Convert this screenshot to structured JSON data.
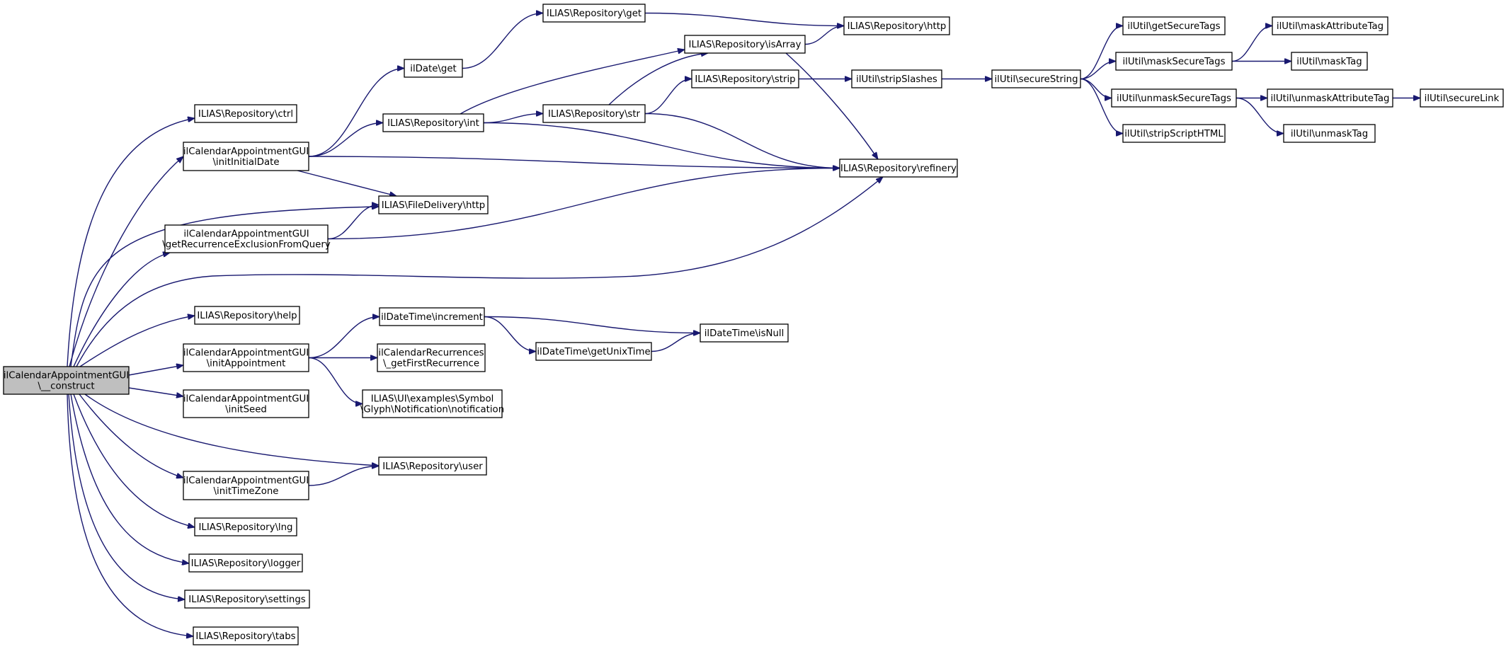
{
  "graph": {
    "edge_color": "#191970",
    "root_fill": "#bfbfbf",
    "nodes": [
      {
        "id": "root",
        "lines": [
          "ilCalendarAppointmentGUI",
          "\\__construct"
        ],
        "root": true
      },
      {
        "id": "ctrl",
        "lines": [
          "ILIAS\\Repository\\ctrl"
        ]
      },
      {
        "id": "initInitialDate",
        "lines": [
          "ilCalendarAppointmentGUI",
          "\\initInitialDate"
        ]
      },
      {
        "id": "getRecurrence",
        "lines": [
          "ilCalendarAppointmentGUI",
          "\\getRecurrenceExclusionFromQuery"
        ]
      },
      {
        "id": "help",
        "lines": [
          "ILIAS\\Repository\\help"
        ]
      },
      {
        "id": "initAppointment",
        "lines": [
          "ilCalendarAppointmentGUI",
          "\\initAppointment"
        ]
      },
      {
        "id": "initSeed",
        "lines": [
          "ilCalendarAppointmentGUI",
          "\\initSeed"
        ]
      },
      {
        "id": "initTimeZone",
        "lines": [
          "ilCalendarAppointmentGUI",
          "\\initTimeZone"
        ]
      },
      {
        "id": "lng",
        "lines": [
          "ILIAS\\Repository\\lng"
        ]
      },
      {
        "id": "logger",
        "lines": [
          "ILIAS\\Repository\\logger"
        ]
      },
      {
        "id": "settings",
        "lines": [
          "ILIAS\\Repository\\settings"
        ]
      },
      {
        "id": "tabs",
        "lines": [
          "ILIAS\\Repository\\tabs"
        ]
      },
      {
        "id": "ilDateGet",
        "lines": [
          "ilDate\\get"
        ]
      },
      {
        "id": "repoInt",
        "lines": [
          "ILIAS\\Repository\\int"
        ]
      },
      {
        "id": "fdHttp",
        "lines": [
          "ILIAS\\FileDelivery\\http"
        ]
      },
      {
        "id": "dtIncrement",
        "lines": [
          "ilDateTime\\increment"
        ]
      },
      {
        "id": "calRecFirst",
        "lines": [
          "ilCalendarRecurrences",
          "\\_getFirstRecurrence"
        ]
      },
      {
        "id": "uiNotification",
        "lines": [
          "ILIAS\\UI\\examples\\Symbol",
          "\\Glyph\\Notification\\notification"
        ]
      },
      {
        "id": "repoUser",
        "lines": [
          "ILIAS\\Repository\\user"
        ]
      },
      {
        "id": "repoGet",
        "lines": [
          "ILIAS\\Repository\\get"
        ]
      },
      {
        "id": "repoStr",
        "lines": [
          "ILIAS\\Repository\\str"
        ]
      },
      {
        "id": "dtUnix",
        "lines": [
          "ilDateTime\\getUnixTime"
        ]
      },
      {
        "id": "repoIsArray",
        "lines": [
          "ILIAS\\Repository\\isArray"
        ]
      },
      {
        "id": "repoStrip",
        "lines": [
          "ILIAS\\Repository\\strip"
        ]
      },
      {
        "id": "dtIsNull",
        "lines": [
          "ilDateTime\\isNull"
        ]
      },
      {
        "id": "repoHttp",
        "lines": [
          "ILIAS\\Repository\\http"
        ]
      },
      {
        "id": "stripSlashes",
        "lines": [
          "ilUtil\\stripSlashes"
        ]
      },
      {
        "id": "repoRefinery",
        "lines": [
          "ILIAS\\Repository\\refinery"
        ]
      },
      {
        "id": "secureString",
        "lines": [
          "ilUtil\\secureString"
        ]
      },
      {
        "id": "getSecureTags",
        "lines": [
          "ilUtil\\getSecureTags"
        ]
      },
      {
        "id": "maskSecureTags",
        "lines": [
          "ilUtil\\maskSecureTags"
        ]
      },
      {
        "id": "unmaskSecureTags",
        "lines": [
          "ilUtil\\unmaskSecureTags"
        ]
      },
      {
        "id": "stripScriptHTML",
        "lines": [
          "ilUtil\\stripScriptHTML"
        ]
      },
      {
        "id": "maskAttributeTag",
        "lines": [
          "ilUtil\\maskAttributeTag"
        ]
      },
      {
        "id": "maskTag",
        "lines": [
          "ilUtil\\maskTag"
        ]
      },
      {
        "id": "unmaskAttributeTag",
        "lines": [
          "ilUtil\\unmaskAttributeTag"
        ]
      },
      {
        "id": "unmaskTag",
        "lines": [
          "ilUtil\\unmaskTag"
        ]
      },
      {
        "id": "secureLink",
        "lines": [
          "ilUtil\\secureLink"
        ]
      }
    ],
    "edges": [
      [
        "root",
        "ctrl"
      ],
      [
        "root",
        "initInitialDate"
      ],
      [
        "root",
        "fdHttp"
      ],
      [
        "root",
        "getRecurrence"
      ],
      [
        "root",
        "repoRefinery"
      ],
      [
        "root",
        "help"
      ],
      [
        "root",
        "initAppointment"
      ],
      [
        "root",
        "initSeed"
      ],
      [
        "root",
        "repoUser"
      ],
      [
        "root",
        "initTimeZone"
      ],
      [
        "root",
        "lng"
      ],
      [
        "root",
        "logger"
      ],
      [
        "root",
        "settings"
      ],
      [
        "root",
        "tabs"
      ],
      [
        "initInitialDate",
        "ilDateGet"
      ],
      [
        "initInitialDate",
        "repoInt"
      ],
      [
        "initInitialDate",
        "repoRefinery"
      ],
      [
        "initInitialDate",
        "fdHttp"
      ],
      [
        "getRecurrence",
        "fdHttp"
      ],
      [
        "getRecurrence",
        "repoRefinery"
      ],
      [
        "ilDateGet",
        "repoGet"
      ],
      [
        "repoGet",
        "repoHttp"
      ],
      [
        "repoInt",
        "repoIsArray"
      ],
      [
        "repoInt",
        "repoStr"
      ],
      [
        "repoInt",
        "repoRefinery"
      ],
      [
        "repoStr",
        "repoIsArray"
      ],
      [
        "repoStr",
        "repoStrip"
      ],
      [
        "repoStr",
        "repoRefinery"
      ],
      [
        "repoIsArray",
        "repoHttp"
      ],
      [
        "repoIsArray",
        "repoRefinery"
      ],
      [
        "repoStrip",
        "stripSlashes"
      ],
      [
        "stripSlashes",
        "secureString"
      ],
      [
        "secureString",
        "getSecureTags"
      ],
      [
        "secureString",
        "maskSecureTags"
      ],
      [
        "secureString",
        "unmaskSecureTags"
      ],
      [
        "secureString",
        "stripScriptHTML"
      ],
      [
        "maskSecureTags",
        "maskAttributeTag"
      ],
      [
        "maskSecureTags",
        "maskTag"
      ],
      [
        "unmaskSecureTags",
        "unmaskAttributeTag"
      ],
      [
        "unmaskSecureTags",
        "unmaskTag"
      ],
      [
        "unmaskAttributeTag",
        "secureLink"
      ],
      [
        "initAppointment",
        "dtIncrement"
      ],
      [
        "initAppointment",
        "calRecFirst"
      ],
      [
        "initAppointment",
        "uiNotification"
      ],
      [
        "dtIncrement",
        "dtIsNull"
      ],
      [
        "dtIncrement",
        "dtUnix"
      ],
      [
        "dtUnix",
        "dtIsNull"
      ],
      [
        "initTimeZone",
        "repoUser"
      ]
    ]
  }
}
